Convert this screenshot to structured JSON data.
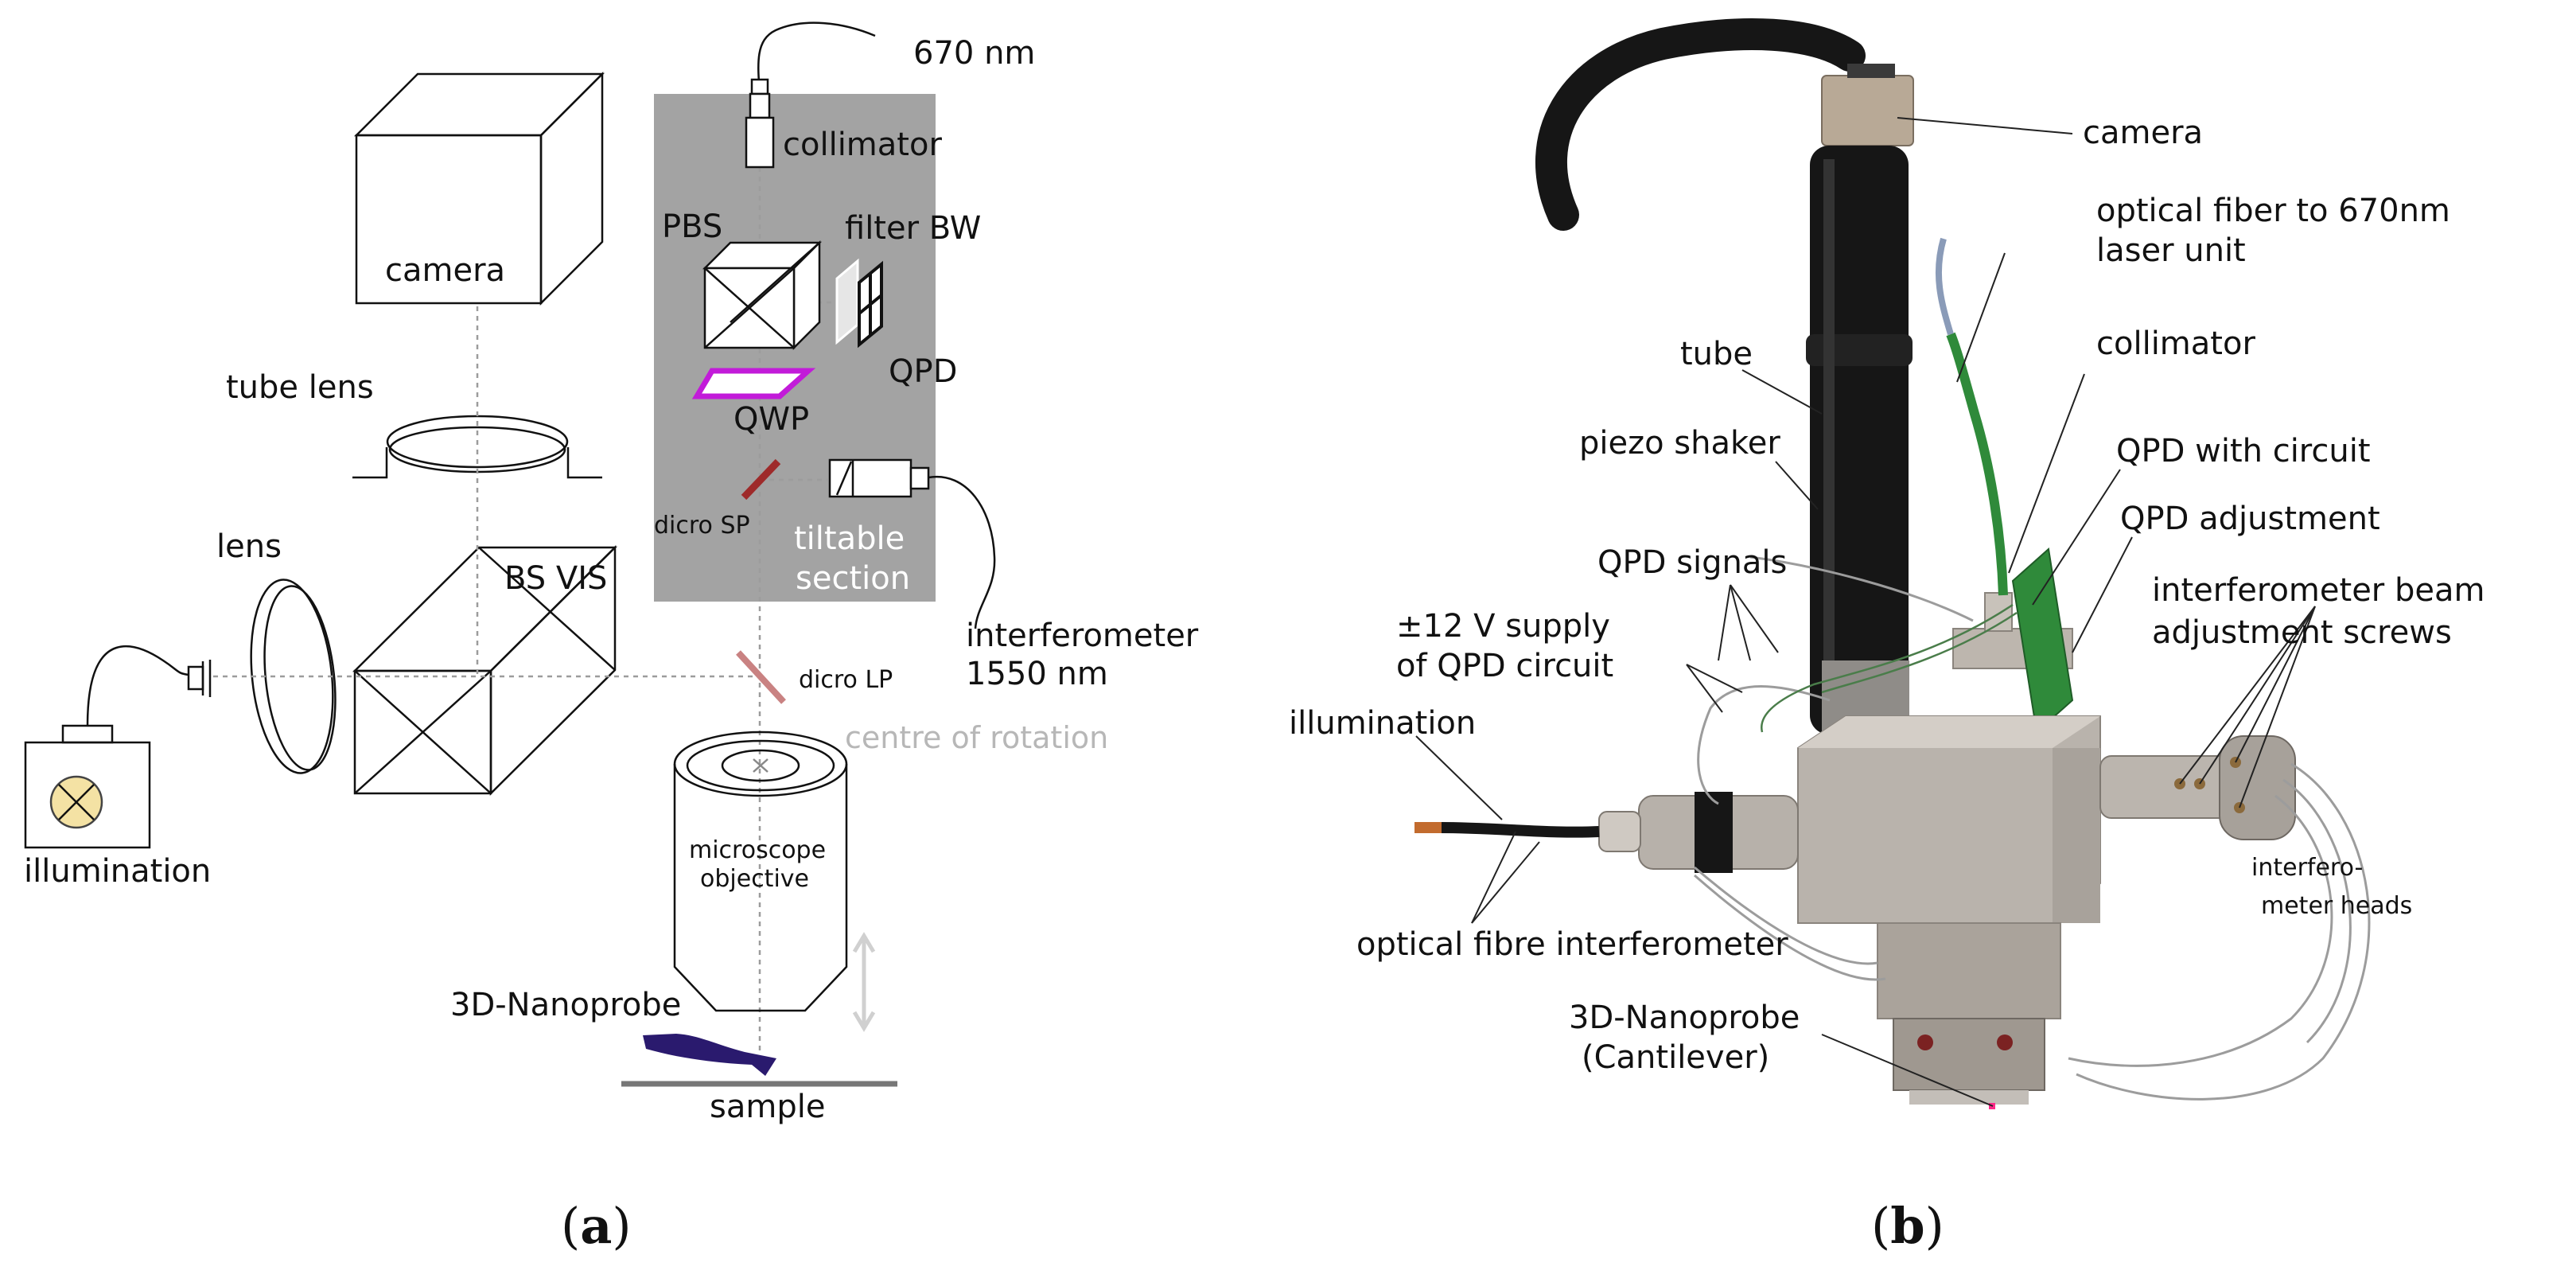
{
  "panel_a": {
    "letter_open": "(",
    "letter": "a",
    "letter_close": ")",
    "labels": {
      "laser": "670 nm",
      "collimator": "collimator",
      "camera": "camera",
      "pbs": "PBS",
      "filter_bw": "filter BW",
      "qpd": "QPD",
      "tube_lens": "tube lens",
      "qwp": "QWP",
      "dicro_sp": "dicro SP",
      "tiltable_1": "tiltable",
      "tiltable_2": "section",
      "lens": "lens",
      "bs_vis": "BS VIS",
      "interferometer_1": "interferometer",
      "interferometer_2": "1550 nm",
      "dicro_lp": "dicro LP",
      "centre_rotation": "centre of rotation",
      "objective_1": "microscope",
      "objective_2": "objective",
      "illumination": "illumination",
      "nanoprobe": "3D-Nanoprobe",
      "sample": "sample"
    },
    "colors": {
      "tiltable_section_bg": "#a3a3a3",
      "qwp": "#c21bd9",
      "dicro_sp": "#9e2a2a",
      "dicro_lp": "#c98282",
      "nanoprobe": "#2a1a6e",
      "illumination_lamp": "#f4e2a4"
    }
  },
  "panel_b": {
    "letter_open": "(",
    "letter": "b",
    "letter_close": ")",
    "labels": {
      "camera": "camera",
      "fiber_1": "optical fiber to 670nm",
      "fiber_2": "laser unit",
      "tube": "tube",
      "collimator": "collimator",
      "piezo": "piezo shaker",
      "qpd_circuit": "QPD with circuit",
      "qpd_adjust": "QPD adjustment",
      "qpd_signals": "QPD signals",
      "ifm_beam_1": "interferometer beam",
      "ifm_beam_2": "adjustment screws",
      "supply_1": "±12 V supply",
      "supply_2": "of QPD circuit",
      "illumination": "illumination",
      "ifm_heads_1": "interfero-",
      "ifm_heads_2": "meter heads",
      "fibre_ifm": "optical fibre interferometer",
      "nanoprobe_1": "3D-Nanoprobe",
      "nanoprobe_2": "(Cantilever)"
    },
    "colors": {
      "tube_black": "#161616",
      "housing_grey": "#b9b3ac",
      "fiber_green": "#2f8a3a"
    }
  }
}
